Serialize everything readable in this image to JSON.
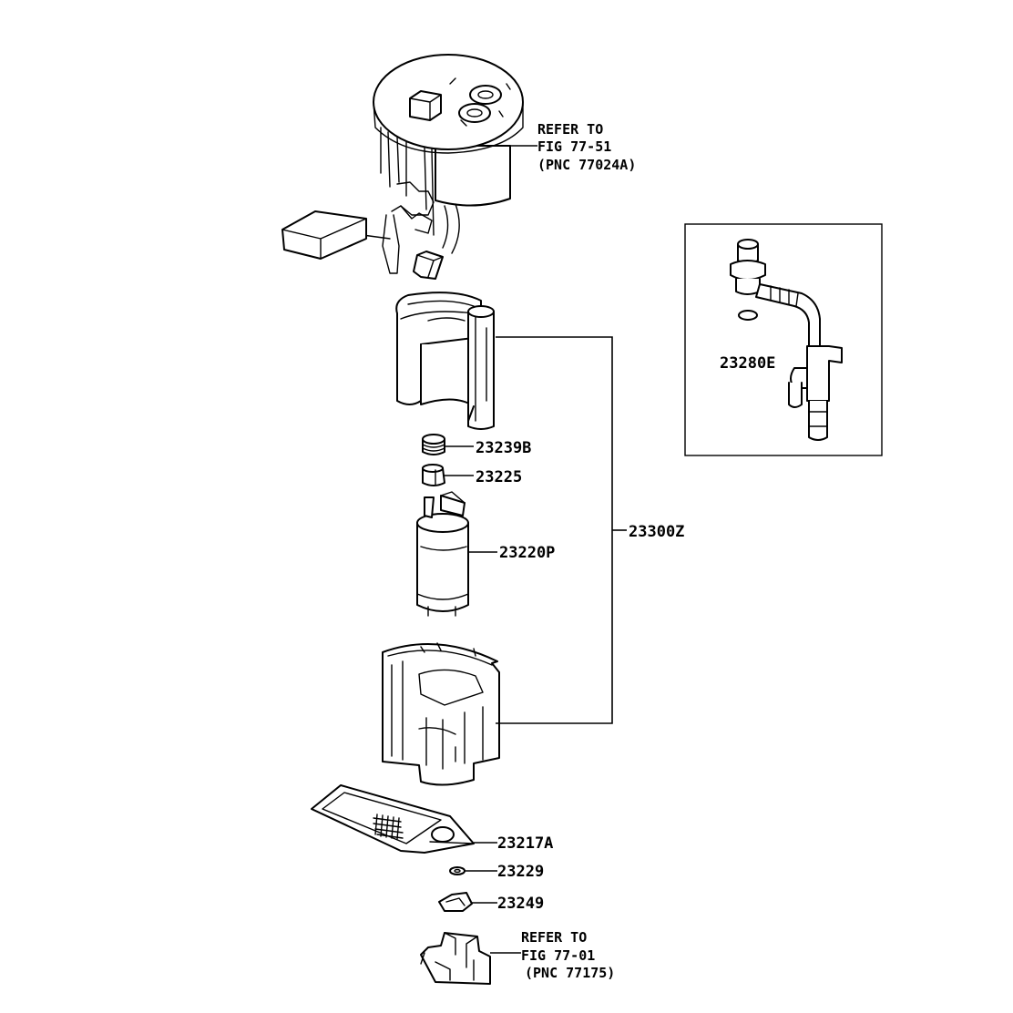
{
  "refer_top": {
    "line1": "REFER TO",
    "line2": "FIG 77-51",
    "line3": "(PNC 77024A)"
  },
  "refer_bottom": {
    "line1": "REFER TO",
    "line2": "FIG 77-01",
    "line3": "(PNC 77175)"
  },
  "parts": {
    "p23239B": "23239B",
    "p23225": "23225",
    "p23220P": "23220P",
    "p23300Z": "23300Z",
    "p23217A": "23217A",
    "p23229": "23229",
    "p23249": "23249",
    "p23280E": "23280E"
  }
}
